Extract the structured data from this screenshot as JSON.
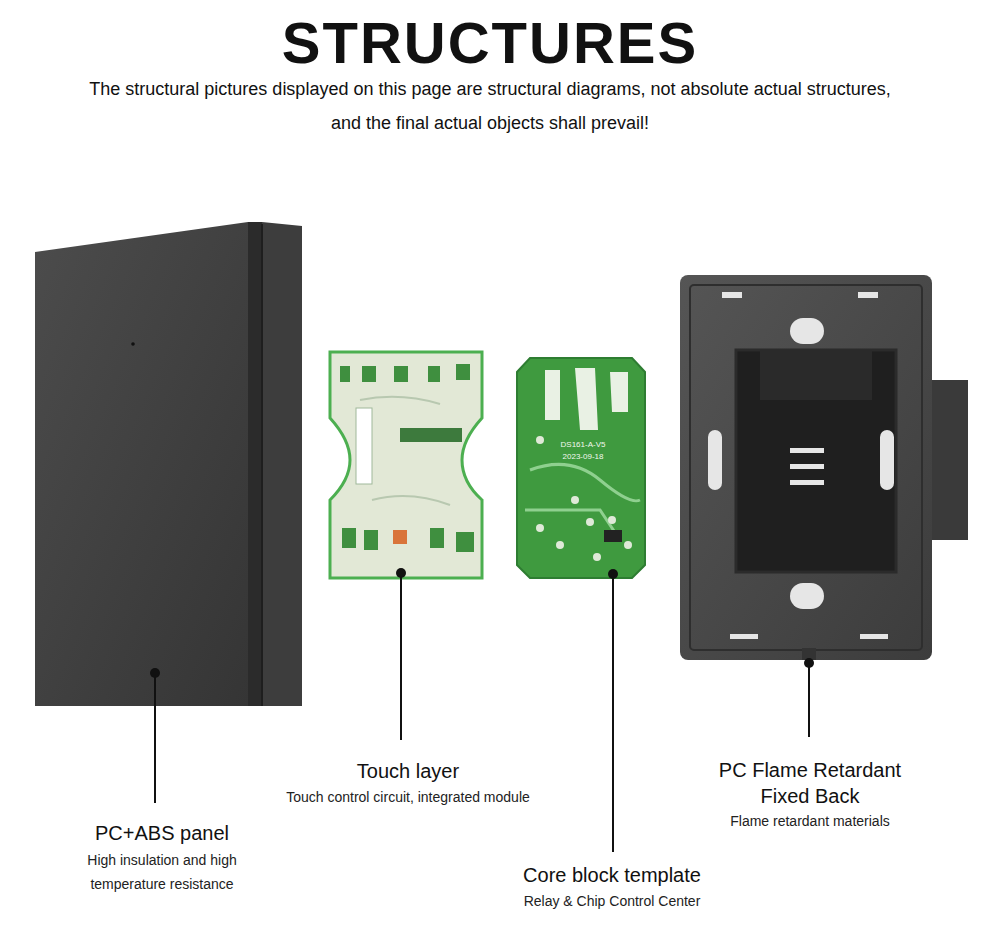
{
  "diagram": {
    "title": "STRUCTURES",
    "labels": [
      "The structural pictures displayed on this page are structural diagrams, not absolute actual structures, and the final actual objects shall prevail!",
      "PC+ABS panel",
      "High insulation and high temperature resistance",
      "Touch layer",
      "Touch control circuit, integrated module",
      "Core block template",
      "Relay & Chip Control Center",
      "PC Flame Retardant Fixed Back",
      "Flame retardant materials",
      "DS161-A-V5",
      "2023-09-18"
    ]
  }
}
